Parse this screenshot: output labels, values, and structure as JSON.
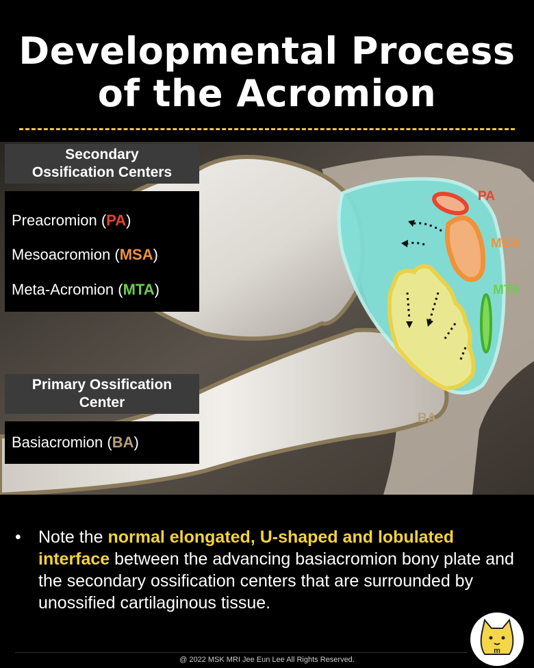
{
  "title": {
    "line1": "Developmental Process",
    "line2": "of the Acromion"
  },
  "secondary": {
    "header_line1": "Secondary",
    "header_line2": "Ossification Centers",
    "items": [
      {
        "name": "Preacromion (",
        "abbr": "PA",
        "close": ")"
      },
      {
        "name": "Mesoacromion (",
        "abbr": "MSA",
        "close": ")"
      },
      {
        "name": "Meta-Acromion (",
        "abbr": "MTA",
        "close": ")"
      }
    ]
  },
  "primary": {
    "header_line1": "Primary Ossification",
    "header_line2": "Center",
    "item": {
      "name": "Basiacromion (",
      "abbr": "BA",
      "close": ")"
    }
  },
  "diagram_labels": {
    "pa": "PA",
    "msa": "MSA",
    "mta": "MTA",
    "ba": "BA"
  },
  "note": {
    "bullet": "•",
    "pre": "Note the ",
    "highlight": "normal elongated, U-shaped and lobulated interface",
    "post": " between the advancing basiacromion bony plate and the secondary ossification centers that are surrounded by unossified cartilaginous tissue."
  },
  "copyright": "@ 2022 MSK MRI Jee Eun Lee All Rights Reserved.",
  "logo_text": "m",
  "colors": {
    "title": "#ffffff",
    "highlight": "#f4d23c",
    "pa": "#e8442e",
    "msa": "#f0923a",
    "mta": "#6ccf4c",
    "ba": "#b5a07a",
    "cartilage": "#7fe0d8",
    "basi_interface": "#f6e98a"
  }
}
